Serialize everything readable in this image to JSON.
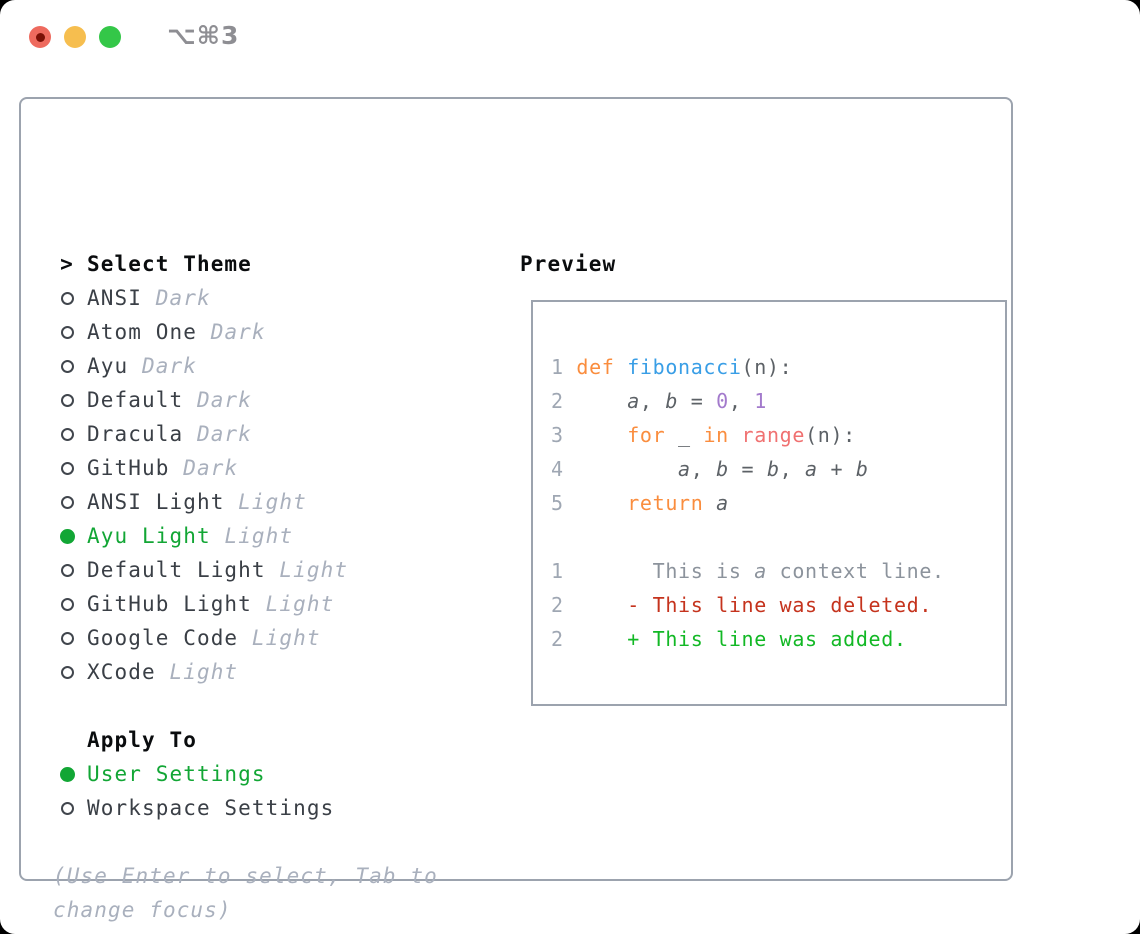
{
  "window": {
    "shortcut_label": "⌥⌘3",
    "controls": {
      "close_color": "#ee6a5e",
      "minimize_color": "#f6be4f",
      "zoom_color": "#34c748"
    }
  },
  "sidebar": {
    "rows": [
      {
        "type": "prompt",
        "label": "Select Theme"
      },
      {
        "type": "option",
        "label": "ANSI",
        "suffix": "Dark"
      },
      {
        "type": "option",
        "label": "Atom One",
        "suffix": "Dark"
      },
      {
        "type": "option",
        "label": "Ayu",
        "suffix": "Dark"
      },
      {
        "type": "option",
        "label": "Default",
        "suffix": "Dark"
      },
      {
        "type": "option",
        "label": "Dracula",
        "suffix": "Dark"
      },
      {
        "type": "option",
        "label": "GitHub",
        "suffix": "Dark"
      },
      {
        "type": "option",
        "label": "ANSI Light",
        "suffix": "Light"
      },
      {
        "type": "option",
        "label": "Ayu Light",
        "suffix": "Light",
        "selected": true
      },
      {
        "type": "option",
        "label": "Default Light",
        "suffix": "Light"
      },
      {
        "type": "option",
        "label": "GitHub Light",
        "suffix": "Light"
      },
      {
        "type": "option",
        "label": "Google Code",
        "suffix": "Light"
      },
      {
        "type": "option",
        "label": "XCode",
        "suffix": "Light"
      },
      {
        "type": "blank"
      },
      {
        "type": "header",
        "label": "Apply To"
      },
      {
        "type": "option",
        "label": "User Settings",
        "selected": true
      },
      {
        "type": "option",
        "label": "Workspace Settings"
      },
      {
        "type": "blank"
      },
      {
        "type": "hint",
        "label": "(Use Enter to select, Tab to"
      },
      {
        "type": "hint",
        "label": "change focus)"
      }
    ]
  },
  "preview": {
    "title": "Preview",
    "code_lines": [
      [
        {
          "t": "1",
          "c": "ln"
        },
        {
          "t": " ",
          "c": "fg"
        },
        {
          "t": "def",
          "c": "kw"
        },
        {
          "t": " ",
          "c": "fg"
        },
        {
          "t": "fibonacci",
          "c": "fn"
        },
        {
          "t": "(n):",
          "c": "fg"
        }
      ],
      [
        {
          "t": "2",
          "c": "ln"
        },
        {
          "t": "     ",
          "c": "fg"
        },
        {
          "t": "a",
          "c": "fg",
          "i": 1
        },
        {
          "t": ", ",
          "c": "fg"
        },
        {
          "t": "b",
          "c": "fg",
          "i": 1
        },
        {
          "t": " = ",
          "c": "fg"
        },
        {
          "t": "0",
          "c": "num"
        },
        {
          "t": ", ",
          "c": "fg"
        },
        {
          "t": "1",
          "c": "num"
        }
      ],
      [
        {
          "t": "3",
          "c": "ln"
        },
        {
          "t": "     ",
          "c": "fg"
        },
        {
          "t": "for",
          "c": "kw"
        },
        {
          "t": " _ ",
          "c": "fg"
        },
        {
          "t": "in",
          "c": "kw"
        },
        {
          "t": " ",
          "c": "fg"
        },
        {
          "t": "range",
          "c": "cor"
        },
        {
          "t": "(n):",
          "c": "fg"
        }
      ],
      [
        {
          "t": "4",
          "c": "ln"
        },
        {
          "t": "         ",
          "c": "fg"
        },
        {
          "t": "a",
          "c": "fg",
          "i": 1
        },
        {
          "t": ", ",
          "c": "fg"
        },
        {
          "t": "b",
          "c": "fg",
          "i": 1
        },
        {
          "t": " = ",
          "c": "fg"
        },
        {
          "t": "b",
          "c": "fg",
          "i": 1
        },
        {
          "t": ", ",
          "c": "fg"
        },
        {
          "t": "a",
          "c": "fg",
          "i": 1
        },
        {
          "t": " + ",
          "c": "fg"
        },
        {
          "t": "b",
          "c": "fg",
          "i": 1
        }
      ],
      [
        {
          "t": "5",
          "c": "ln"
        },
        {
          "t": "     ",
          "c": "fg"
        },
        {
          "t": "return",
          "c": "kw"
        },
        {
          "t": " ",
          "c": "fg"
        },
        {
          "t": "a",
          "c": "fg",
          "i": 1
        }
      ],
      [],
      [
        {
          "t": "1",
          "c": "ln"
        },
        {
          "t": "       ",
          "c": "fg"
        },
        {
          "t": "This is ",
          "c": "ctx"
        },
        {
          "t": "a",
          "c": "ctx",
          "i": 1
        },
        {
          "t": " context line.",
          "c": "ctx"
        }
      ],
      [
        {
          "t": "2",
          "c": "ln"
        },
        {
          "t": "     ",
          "c": "fg"
        },
        {
          "t": "- This line was deleted.",
          "c": "del"
        }
      ],
      [
        {
          "t": "2",
          "c": "ln"
        },
        {
          "t": "     ",
          "c": "fg"
        },
        {
          "t": "+ This line was added.",
          "c": "add"
        }
      ]
    ]
  },
  "colors": {
    "ln": "#9fa7b3",
    "fg": "#5c6166",
    "kw": "#fa8d3e",
    "fn": "#399ee6",
    "num": "#a37acc",
    "cor": "#f07171",
    "ctx": "#8c939c",
    "del": "#c5331d",
    "add": "#12b825",
    "selection_green": "#12a635",
    "suffix_gray": "#a9b0bd",
    "panel_border": "#9ca3ae"
  }
}
